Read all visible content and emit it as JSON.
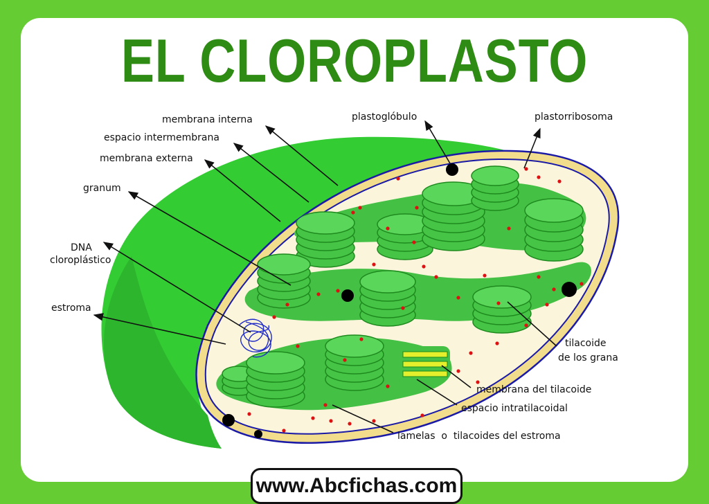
{
  "title": "EL CLOROPLASTO",
  "footer": "www.Abcfichas.com",
  "colors": {
    "background": "#66cc33",
    "title": "#2e8b13",
    "outer_shell": "#33cc33",
    "membrane_yellow": "#f2dd8c",
    "membrane_blue": "#1a1aa6",
    "stroma": "#fbf5dc",
    "thylakoid": "#44c044",
    "ribosome": "#dd1111"
  },
  "labels": {
    "membrana_interna": "membrana interna",
    "espacio_intermembrana": "espacio intermembrana",
    "membrana_externa": "membrana externa",
    "granum": "granum",
    "dna_1": "DNA",
    "dna_2": "cloroplástico",
    "estroma": "estroma",
    "plastoglobulo": "plastoglóbulo",
    "plastorribosoma": "plastorribosoma",
    "tilacoide_1": "tilacoide",
    "tilacoide_2": "de los grana",
    "membrana_tilacoide": "membrana del tilacoide",
    "espacio_intratilacoidal": "espacio intratilacoidal",
    "lamelas": "lamelas  o  tilacoides del estroma"
  }
}
